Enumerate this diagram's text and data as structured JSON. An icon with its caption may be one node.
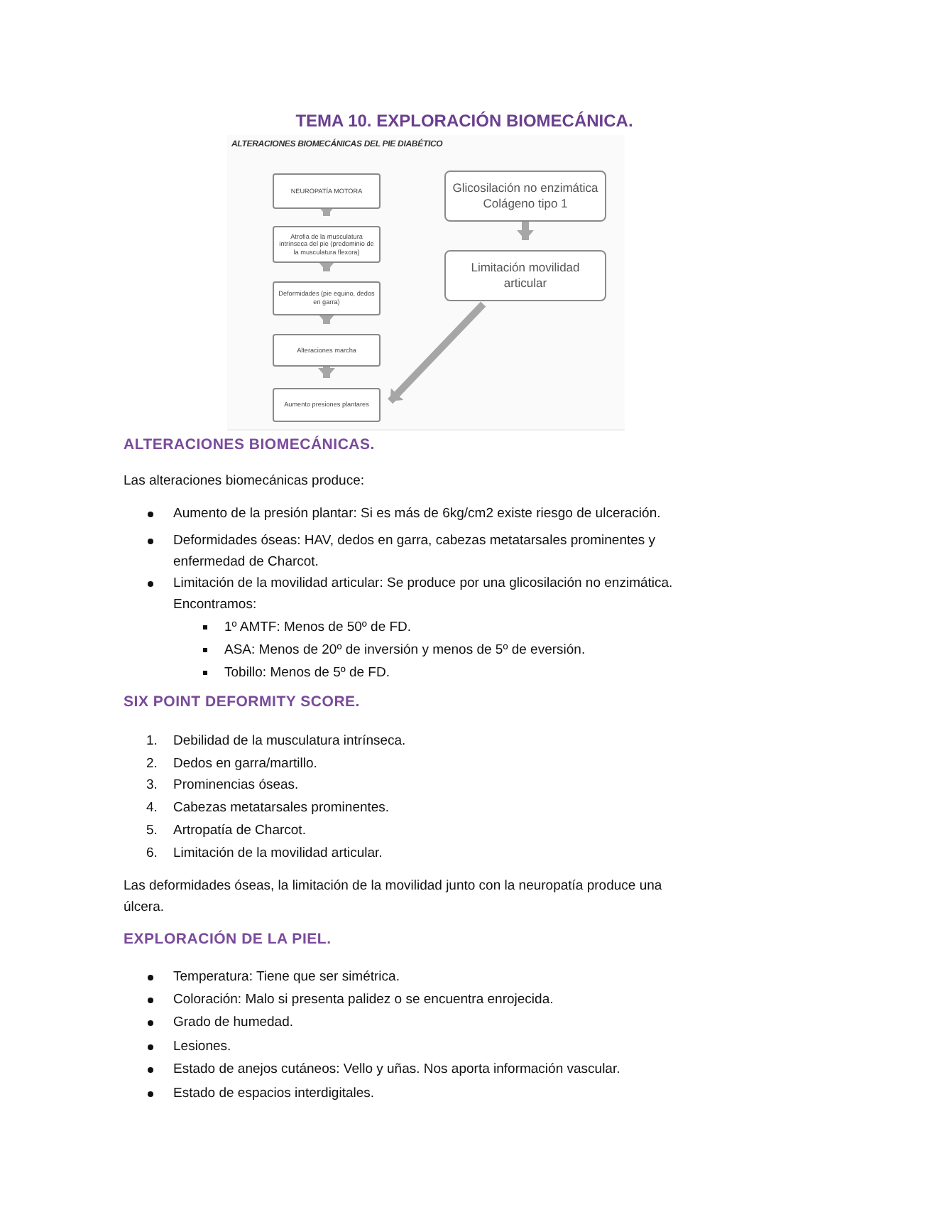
{
  "diagram": {
    "title": "TEMA 10. EXPLORACIÓN BIOMECÁNICA.",
    "nodes": [
      {
        "text": [
          "NEUROPATÍA MOTORA"
        ]
      },
      {
        "text": [
          "Atrofia de la musculatura intrínseca del pie (predominio de la musculatura flexora)"
        ]
      },
      {
        "text": [
          "Deformidades (pie equino, dedos en garra)"
        ]
      },
      {
        "text": [
          "Alteraciones marcha"
        ]
      },
      {
        "text": [
          "Aumento presiones plantares"
        ]
      },
      {
        "text": [
          "Glicosilación no enzimática Colágeno tipo 1"
        ]
      },
      {
        "text": [
          "Limitación movilidad articular"
        ]
      }
    ],
    "edges": [
      {
        "from": 0,
        "to": 1,
        "arrow": "to"
      },
      {
        "from": 1,
        "to": 2,
        "arrow": "to"
      },
      {
        "from": 2,
        "to": 3,
        "arrow": "to"
      },
      {
        "from": 3,
        "to": 4,
        "arrow": "to"
      },
      {
        "from": 5,
        "to": 6,
        "arrow": "to"
      },
      {
        "from": 6,
        "to": 4,
        "arrow": "to"
      }
    ],
    "labels": [
      "ALTERACIONES BIOMECÁNICAS DEL PIE DIABÉTICO",
      "ALTERACIONES BIOMECÁNICAS.",
      "Las alteraciones biomecánicas produce:",
      "Aumento de la presión plantar: Si es más de 6kg/cm2 existe riesgo de ulceración.",
      "Deformidades óseas: HAV, dedos en garra, cabezas metatarsales prominentes y enfermedad de Charcot.",
      "Limitación de la movilidad articular: Se produce por una glicosilación no enzimática. Encontramos:",
      "1º AMTF: Menos de 50º de FD.",
      "ASA: Menos de 20º de inversión y menos de 5º de eversión.",
      "Tobillo: Menos de 5º de FD.",
      "SIX POINT DEFORMITY SCORE.",
      "1.",
      "Debilidad de la musculatura intrínseca.",
      "2.",
      "Dedos en garra/martillo.",
      "3.",
      "Prominencias óseas.",
      "4.",
      "Cabezas metatarsales prominentes.",
      "5.",
      "Artropatía de Charcot.",
      "6.",
      "Limitación de la movilidad articular.",
      "Las deformidades óseas, la limitación de la movilidad junto con la neuropatía produce una úlcera.",
      "EXPLORACIÓN DE LA PIEL.",
      "Temperatura: Tiene que ser simétrica.",
      "Coloración: Malo si presenta palidez o se encuentra enrojecida.",
      "Grado de humedad.",
      "Lesiones.",
      "Estado de anejos cutáneos: Vello y uñas. Nos aporta información vascular.",
      "Estado de espacios interdigitales."
    ]
  }
}
